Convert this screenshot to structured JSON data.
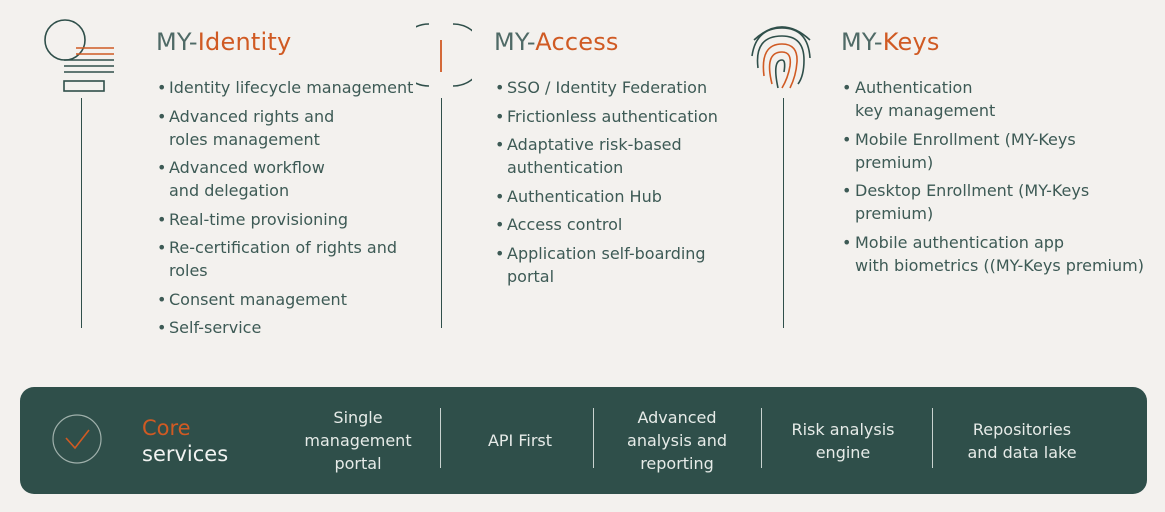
{
  "columns": [
    {
      "id": "identity",
      "title_prefix": "MY-",
      "title_accent": "Identity",
      "icon": "document-stack-icon",
      "items": [
        "Identity lifecycle management",
        "Advanced rights and\nroles management",
        "Advanced workflow\nand delegation",
        "Real-time provisioning",
        "Re-certification of rights and roles",
        "Consent management",
        "Self-service"
      ]
    },
    {
      "id": "access",
      "title_prefix": "MY-",
      "title_accent": "Access",
      "icon": "capsule-icon",
      "items": [
        "SSO / Identity Federation",
        "Frictionless authentication",
        "Adaptative risk-based\nauthentication",
        "Authentication Hub",
        "Access control",
        "Application self-boarding\nportal"
      ]
    },
    {
      "id": "keys",
      "title_prefix": "MY-",
      "title_accent": "Keys",
      "icon": "fingerprint-icon",
      "items": [
        "Authentication\nkey management",
        "Mobile Enrollment (MY-Keys\npremium)",
        "Desktop Enrollment (MY-Keys\npremium)",
        "Mobile authentication app\nwith biometrics ((MY-Keys premium)"
      ]
    }
  ],
  "core": {
    "icon": "checkmark-circle-icon",
    "title_line1": "Core",
    "title_line2": "services",
    "services": [
      "Single\nmanagement\nportal",
      "API First",
      "Advanced\nanalysis and\nreporting",
      "Risk analysis\nengine",
      "Repositories\nand data lake"
    ]
  },
  "colors": {
    "background": "#f3f1ee",
    "dark_green": "#2f4f4a",
    "accent_orange": "#d05a23"
  }
}
